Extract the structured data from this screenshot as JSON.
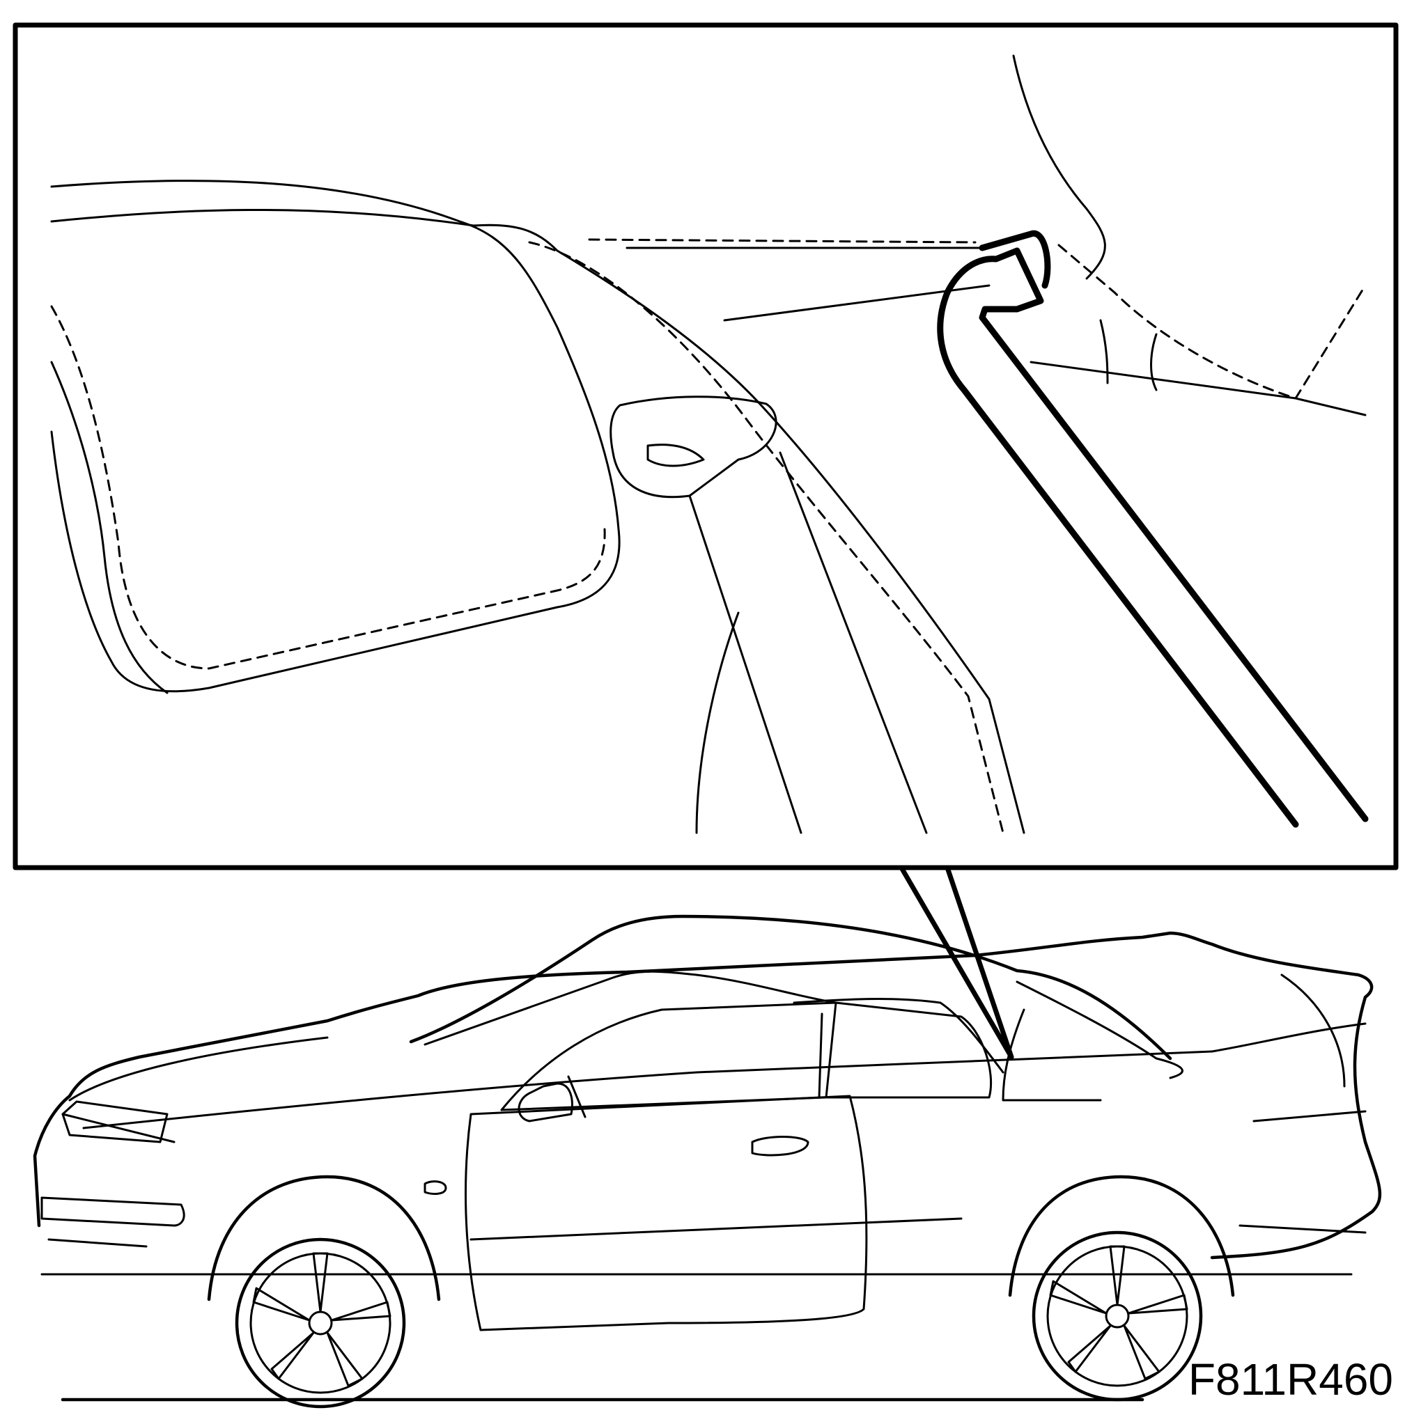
{
  "figure": {
    "code": "F811R460",
    "colors": {
      "ink": "#000000",
      "background": "#ffffff"
    },
    "parts": {
      "detail_view": "detail-inset",
      "pointer": "callout-pointer",
      "vehicle": "convertible-car-side-view"
    }
  }
}
